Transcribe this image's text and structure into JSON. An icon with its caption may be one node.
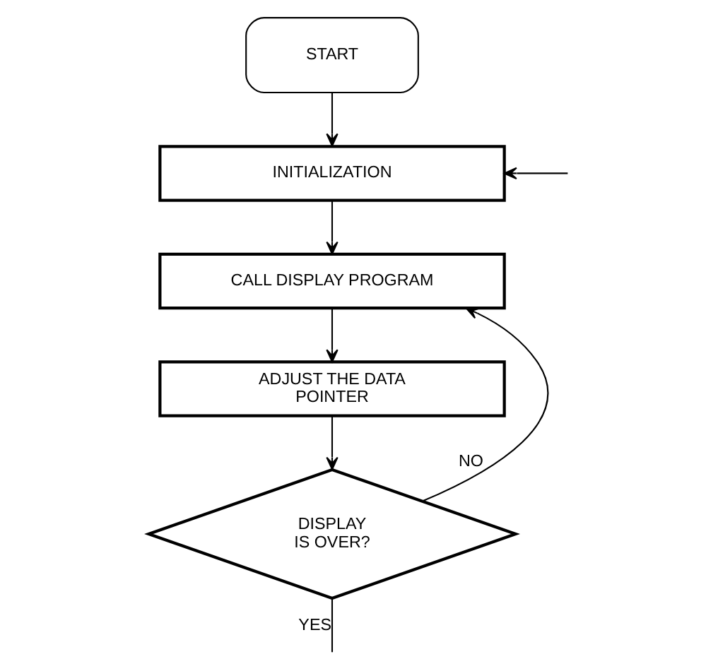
{
  "diagram": {
    "nodes": [
      {
        "text": [
          "START"
        ]
      },
      {
        "text": [
          "INITIALIZATION"
        ]
      },
      {
        "text": [
          "CALL DISPLAY PROGRAM"
        ]
      },
      {
        "text": [
          "ADJUST THE DATA POINTER"
        ]
      },
      {
        "text": [
          "DISPLAY IS OVER?"
        ]
      }
    ],
    "edges": [
      {
        "from": 0,
        "to": 1,
        "arrow": "to"
      },
      {
        "from": null,
        "to": 1,
        "arrow": "to"
      },
      {
        "from": 1,
        "to": 2,
        "arrow": "to"
      },
      {
        "from": 2,
        "to": 3,
        "arrow": "to"
      },
      {
        "from": 3,
        "to": 4,
        "arrow": "to"
      },
      {
        "from": 4,
        "to": 2,
        "arrow": "to",
        "label": "NO"
      },
      {
        "from": 4,
        "to": null,
        "arrow": "none",
        "label": "YES"
      }
    ]
  }
}
